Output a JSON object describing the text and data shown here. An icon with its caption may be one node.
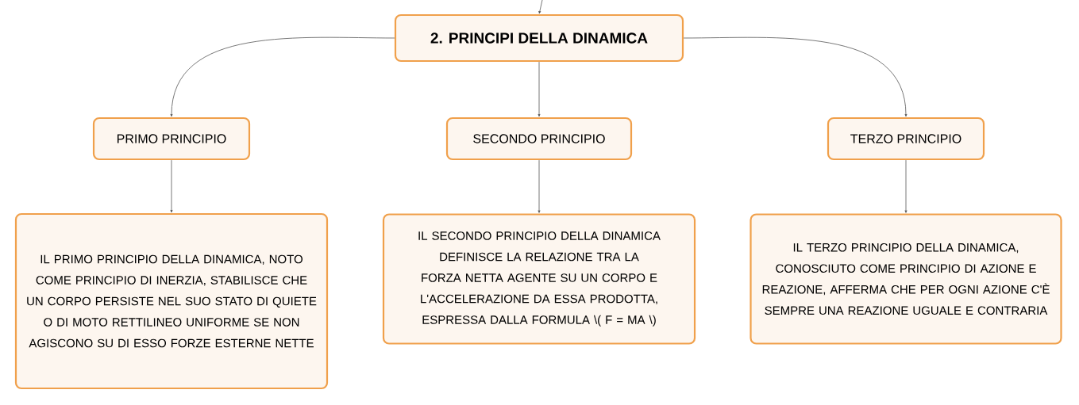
{
  "diagram": {
    "nodes": [
      {
        "text": [
          "2. PRINCIPI DELLA DINAMICA"
        ]
      },
      {
        "text": [
          "PRIMO PRINCIPIO"
        ]
      },
      {
        "text": [
          "SECONDO PRINCIPIO"
        ]
      },
      {
        "text": [
          "TERZO PRINCIPIO"
        ]
      },
      {
        "text": [
          "IL PRIMO PRINCIPIO DELLA DINAMICA, NOTO COME PRINCIPIO DI INERZIA, STABILISCE CHE UN CORPO PERSISTE NEL SUO STATO DI QUIETE O DI MOTO RETTILINEO UNIFORME SE NON AGISCONO SU DI ESSO FORZE ESTERNE NETTE"
        ]
      },
      {
        "text": [
          "IL SECONDO PRINCIPIO DELLA DINAMICA DEFINISCE LA RELAZIONE TRA LA FORZA NETTA AGENTE SU UN CORPO E L'ACCELERAZIONE DA ESSA PRODOTTA, ESPRESSA DALLA FORMULA \\( F = MA \\)"
        ]
      },
      {
        "text": [
          "IL TERZO PRINCIPIO DELLA DINAMICA, CONOSCIUTO COME PRINCIPIO DI AZIONE E REAZIONE, AFFERMA CHE PER OGNI AZIONE C'È SEMPRE UNA REAZIONE UGUALE E CONTRARIA"
        ]
      }
    ],
    "edges": [
      {
        "from": null,
        "to": 0,
        "arrow": "to"
      },
      {
        "from": 0,
        "to": 1,
        "arrow": "to"
      },
      {
        "from": 0,
        "to": 2,
        "arrow": "to"
      },
      {
        "from": 0,
        "to": 3,
        "arrow": "to"
      },
      {
        "from": 1,
        "to": 4,
        "arrow": "to"
      },
      {
        "from": 2,
        "to": 5,
        "arrow": "to"
      },
      {
        "from": 3,
        "to": 6,
        "arrow": "to"
      }
    ]
  }
}
